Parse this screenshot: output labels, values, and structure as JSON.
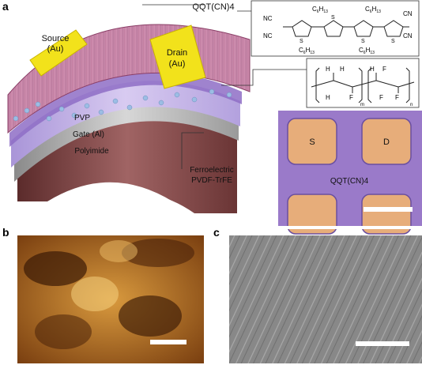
{
  "panels": {
    "a": "a",
    "b": "b",
    "c": "c"
  },
  "device": {
    "source": "Source",
    "source_au": "(Au)",
    "drain": "Drain",
    "drain_au": "(Au)",
    "pvp": "PVP",
    "gate": "Gate (Al)",
    "polyimide": "Polyimide",
    "ferroelectric": "Ferroelectric",
    "pvdf": "PVDF-TrFE",
    "semiconductor": "QQT(CN)4"
  },
  "structure": {
    "nc": "NC",
    "cn": "CN",
    "s": "S",
    "c6h13": "C",
    "sub6": "6",
    "h13": "H",
    "sub13": "13",
    "h": "H",
    "f": "F",
    "m": "m",
    "n": "n"
  },
  "micrograph": {
    "s_pad": "S",
    "d_pad": "D",
    "channel": "QQT(CN)4"
  },
  "colors": {
    "gold": "#f2e21b",
    "pink_film": "#c77fa2",
    "lavender": "#c9b8e6",
    "pad": "#e7ad7a",
    "micro_bg": "#9a7ac9"
  }
}
